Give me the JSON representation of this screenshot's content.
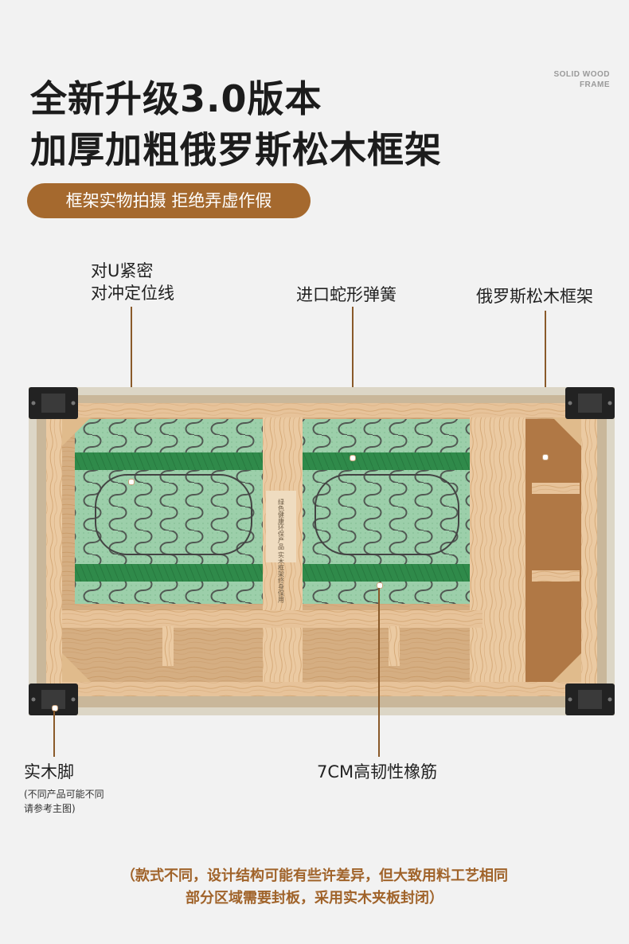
{
  "header": {
    "title_line1": "全新升级3.0版本",
    "title_line2": "加厚加粗俄罗斯松木框架",
    "en_tag_line1": "SOLID WOOD",
    "en_tag_line2": "FRAME",
    "pill": "框架实物拍摄 拒绝弄虚作假"
  },
  "callouts": {
    "u_bind_line1": "对U紧密",
    "u_bind_line2": "对冲定位线",
    "spring": "进口蛇形弹簧",
    "pine_frame": "俄罗斯松木框架",
    "wood_feet": "实木脚",
    "wood_feet_note1": "(不同产品可能不同",
    "wood_feet_note2": "请参考主图)",
    "rubber_band": "7CM高韧性橡筋"
  },
  "photo": {
    "stamp_text": "绿色健康环保产品 实木框架终身保用"
  },
  "footnotes": {
    "line1": "（款式不同，设计结构可能有些许差异，但大致用料工艺相同",
    "line2": "部分区域需要封板，采用实木夹板封闭）"
  },
  "colors": {
    "accent_brown": "#a5692e",
    "pine_wood": "#e9c9a0",
    "spring_panel": "#8fc9a0",
    "strap_green": "#2f8a4a"
  }
}
